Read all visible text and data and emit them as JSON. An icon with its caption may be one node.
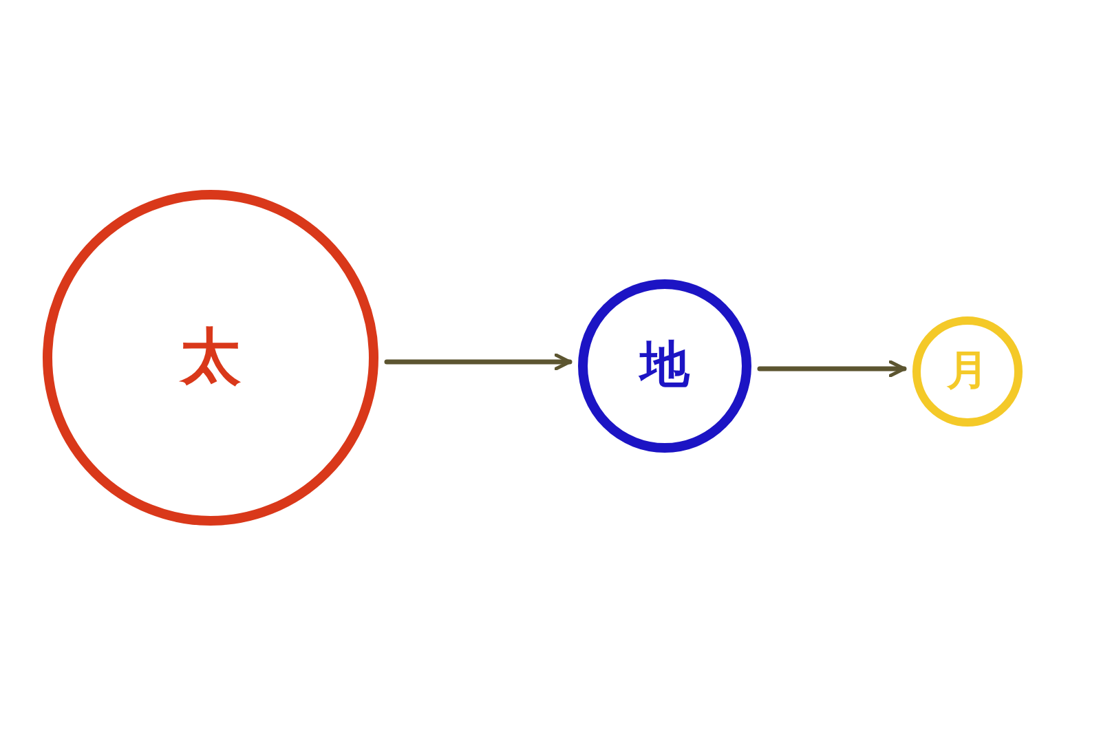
{
  "diagram": {
    "nodes": [
      {
        "text": [
          "太"
        ]
      },
      {
        "text": [
          "地"
        ]
      },
      {
        "text": [
          "月"
        ]
      }
    ],
    "edges": [
      {
        "from": 0,
        "to": 1,
        "arrow": "to"
      },
      {
        "from": 1,
        "to": 2,
        "arrow": "to"
      }
    ]
  }
}
